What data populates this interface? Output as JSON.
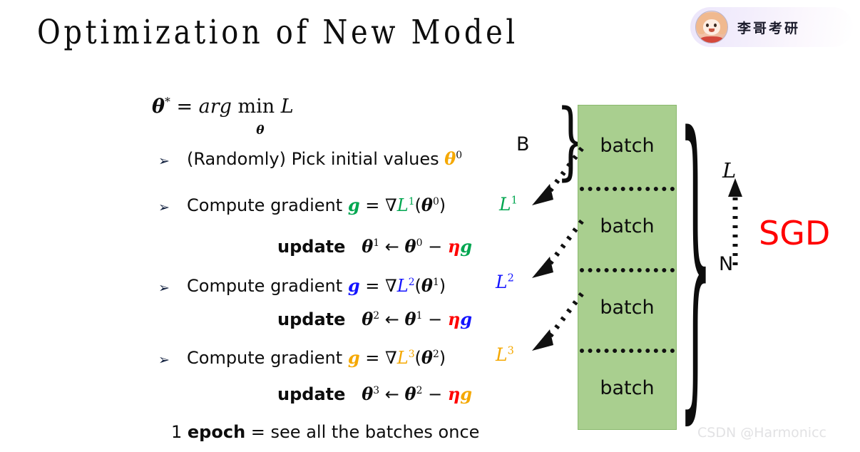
{
  "slide": {
    "title": "Optimization of New Model",
    "background": "#ffffff"
  },
  "logo": {
    "text": "李哥考研",
    "avatar_icon": "anime-girl-avatar-icon"
  },
  "objective": {
    "theta": "θ",
    "star": "*",
    "equals": "=",
    "arg": "arg",
    "min": "min",
    "min_sub": "θ",
    "loss": "L"
  },
  "steps": [
    {
      "bullet": "➢",
      "text": "(Randomly) Pick initial values",
      "theta": "θ",
      "exp": "0",
      "theta_color": "#f5a800"
    },
    {
      "bullet": "➢",
      "text": "Compute gradient",
      "g": "g",
      "equals": "=",
      "nabla": "∇",
      "loss": "L",
      "loss_exp": "1",
      "arg_theta": "θ",
      "arg_exp": "0",
      "color": "#00a650"
    },
    {
      "bullet": "➢",
      "text": "Compute gradient",
      "g": "g",
      "equals": "=",
      "nabla": "∇",
      "loss": "L",
      "loss_exp": "2",
      "arg_theta": "θ",
      "arg_exp": "1",
      "color": "#1414ff"
    },
    {
      "bullet": "➢",
      "text": "Compute gradient",
      "g": "g",
      "equals": "=",
      "nabla": "∇",
      "loss": "L",
      "loss_exp": "3",
      "arg_theta": "θ",
      "arg_exp": "2",
      "color": "#f5a800"
    }
  ],
  "updates": [
    {
      "label": "update",
      "theta_new": "θ",
      "exp_new": "1",
      "arrow": "←",
      "theta_old": "θ",
      "exp_old": "0",
      "minus": "−",
      "eta": "η",
      "g": "g",
      "eta_color": "#ff0000",
      "g_color": "#00a650"
    },
    {
      "label": "update",
      "theta_new": "θ",
      "exp_new": "2",
      "arrow": "←",
      "theta_old": "θ",
      "exp_old": "1",
      "minus": "−",
      "eta": "η",
      "g": "g",
      "eta_color": "#ff0000",
      "g_color": "#1414ff"
    },
    {
      "label": "update",
      "theta_new": "θ",
      "exp_new": "3",
      "arrow": "←",
      "theta_old": "θ",
      "exp_old": "2",
      "minus": "−",
      "eta": "η",
      "g": "g",
      "eta_color": "#ff0000",
      "g_color": "#f5a800"
    }
  ],
  "loss_labels": [
    {
      "loss": "L",
      "exp": "1",
      "color": "#00a650"
    },
    {
      "loss": "L",
      "exp": "2",
      "color": "#1414ff"
    },
    {
      "loss": "L",
      "exp": "3",
      "color": "#f5a800"
    }
  ],
  "epoch": {
    "prefix": "1 ",
    "keyword": "epoch",
    "suffix": " = see all the batches once"
  },
  "batch_column": {
    "fill_color": "#a9cf8f",
    "cells": [
      "batch",
      "batch",
      "batch",
      "batch"
    ],
    "separator_style": "dotted"
  },
  "annotations": {
    "brace_left_glyph": "}",
    "brace_right_glyph": "}",
    "label_B": "B",
    "label_N": "N",
    "label_L": "L",
    "sgd": "SGD",
    "sgd_color": "#ff0000"
  },
  "watermark": "CSDN @Harmonicc"
}
